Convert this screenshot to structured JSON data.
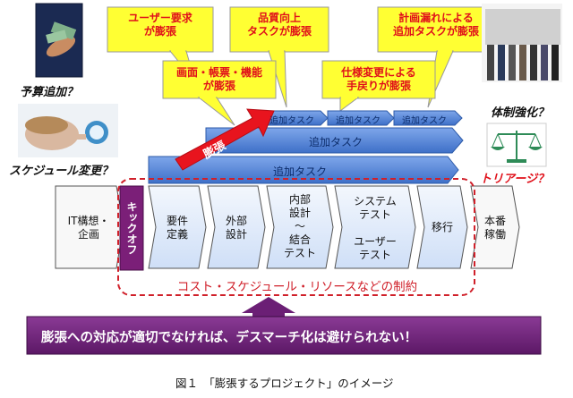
{
  "bubbles": {
    "user_request": "ユーザー要求\nが膨張",
    "quality": "品質向上\nタスクが膨張",
    "leak": "計画漏れによる\n追加タスクが膨張",
    "screens": "画面・帳票・機能\nが膨張",
    "spec_change": "仕様変更による\n手戻りが膨張"
  },
  "side_labels": {
    "budget": "予算追加？",
    "schedule": "スケジュール変更？",
    "staffing": "体制強化？",
    "triage": "トリアージ？"
  },
  "tasks": {
    "small": "追加タスク",
    "medium": "追加タスク",
    "large": "追加タスク"
  },
  "expansion": "膨張",
  "phases": {
    "concept": "IT構想・\n企画",
    "kickoff": "キックオフ",
    "requirements": "要件\n定義",
    "external": "外部\n設計",
    "internal": "内部\n設計\n～\n結合\nテスト",
    "system": "システム\nテスト\n\nユーザー\nテスト",
    "migration": "移行",
    "production": "本番\n稼働"
  },
  "constraint": "コスト・スケジュール・リソースなどの制約",
  "banner": "膨張への対応が適切でなければ、デスマーチ化は避けられない！",
  "caption": "図１　「膨張するプロジェクト」のイメージ",
  "colors": {
    "bubble_fill": "#ffff33",
    "bubble_text": "#e0101a",
    "task_arrow": "#4a7fd4",
    "phase_fill": "#dde9fb",
    "kickoff": "#7b1f78",
    "banner": "#6b1f75",
    "constraint": "#d0202a",
    "triage": "#e0101a"
  },
  "icons": [
    "money-photo",
    "alarm-clock-photo",
    "people-photo",
    "scales-icon"
  ]
}
